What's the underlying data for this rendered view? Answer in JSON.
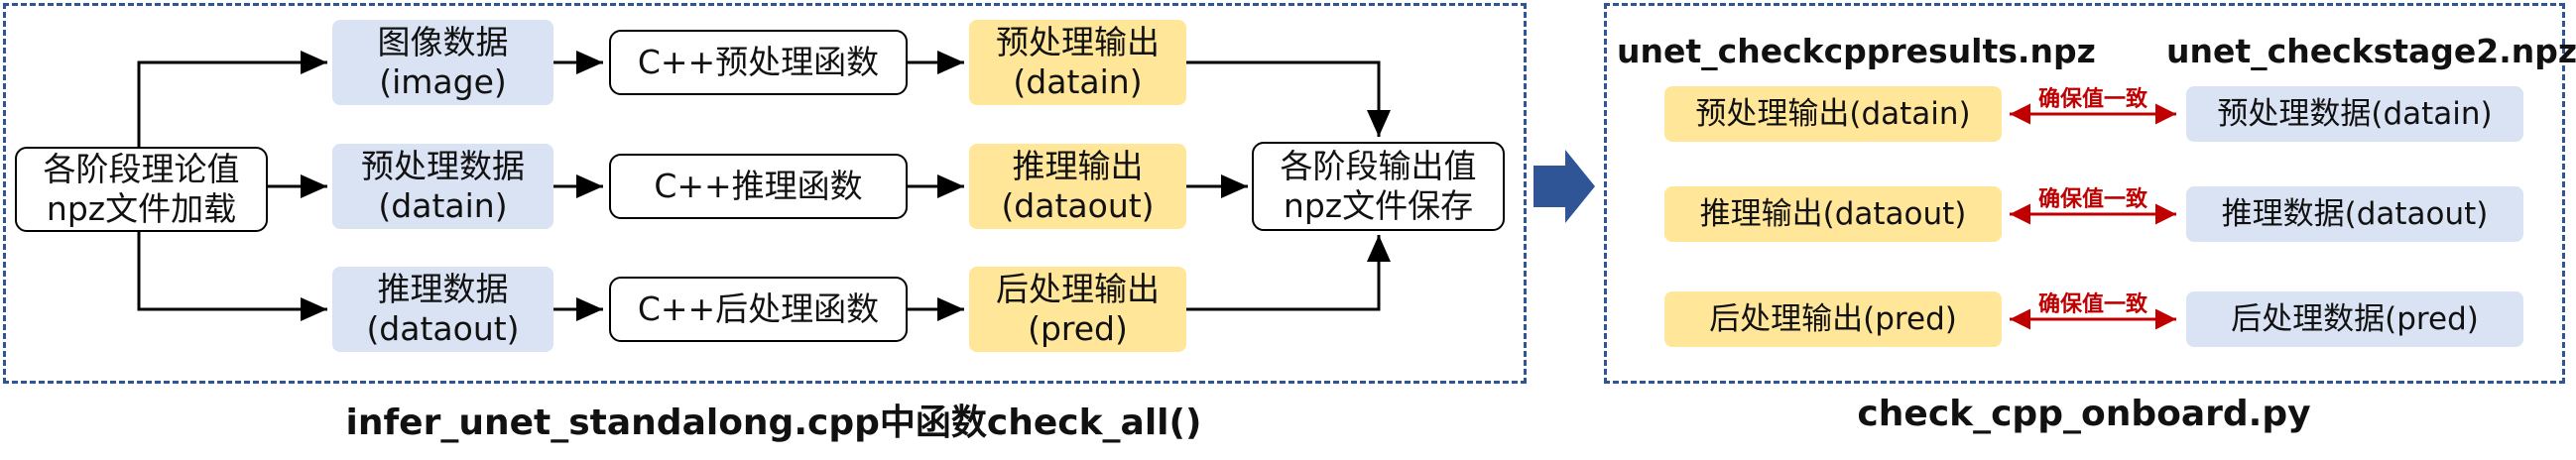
{
  "left_panel": {
    "input_box": {
      "line1": "各阶段理论值",
      "line2": "npz文件加载"
    },
    "rows": [
      {
        "data": {
          "line1": "图像数据",
          "line2": "(image)"
        },
        "function": "C++预处理函数",
        "output": {
          "line1": "预处理输出",
          "line2": "(datain)"
        }
      },
      {
        "data": {
          "line1": "预处理数据",
          "line2": "(datain)"
        },
        "function": "C++推理函数",
        "output": {
          "line1": "推理输出",
          "line2": "(dataout)"
        }
      },
      {
        "data": {
          "line1": "推理数据",
          "line2": "(dataout)"
        },
        "function": "C++后处理函数",
        "output": {
          "line1": "后处理输出",
          "line2": "(pred)"
        }
      }
    ],
    "save_box": {
      "line1": "各阶段输出值",
      "line2": "npz文件保存"
    },
    "caption": "infer_unet_standalong.cpp中函数check_all()"
  },
  "right_panel": {
    "left_file": "unet_checkcppresults.npz",
    "right_file": "unet_checkstage2.npz",
    "pairs": [
      {
        "left": "预处理输出(datain)",
        "relation": "确保值一致",
        "right": "预处理数据(datain)"
      },
      {
        "left": "推理输出(dataout)",
        "relation": "确保值一致",
        "right": "推理数据(dataout)"
      },
      {
        "left": "后处理输出(pred)",
        "relation": "确保值一致",
        "right": "后处理数据(pred)"
      }
    ],
    "caption": "check_cpp_onboard.py"
  },
  "colors": {
    "panel_border": "#2f5597",
    "blue_fill": "#dae3f3",
    "yellow_fill": "#ffe699",
    "relation_red": "#c00000",
    "big_arrow": "#2f5597"
  }
}
